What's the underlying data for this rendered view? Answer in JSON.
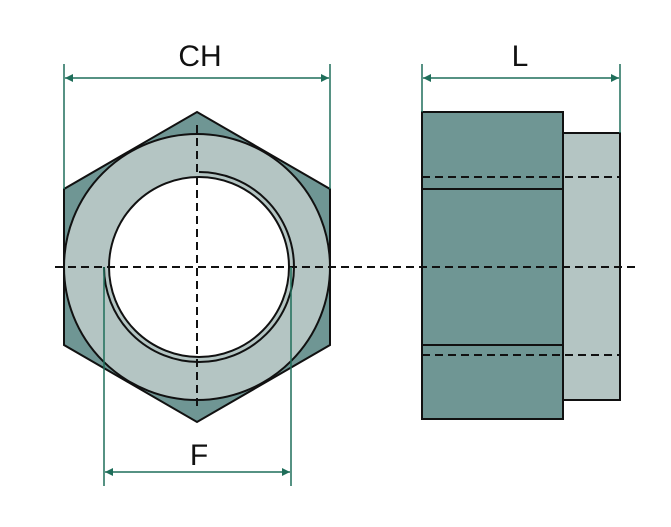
{
  "labels": {
    "ch": "CH",
    "l": "L",
    "f": "F"
  },
  "colors": {
    "dark": "#6f9694",
    "light": "#b4c5c3",
    "dim": "#1f6e5a",
    "line": "#111111"
  }
}
